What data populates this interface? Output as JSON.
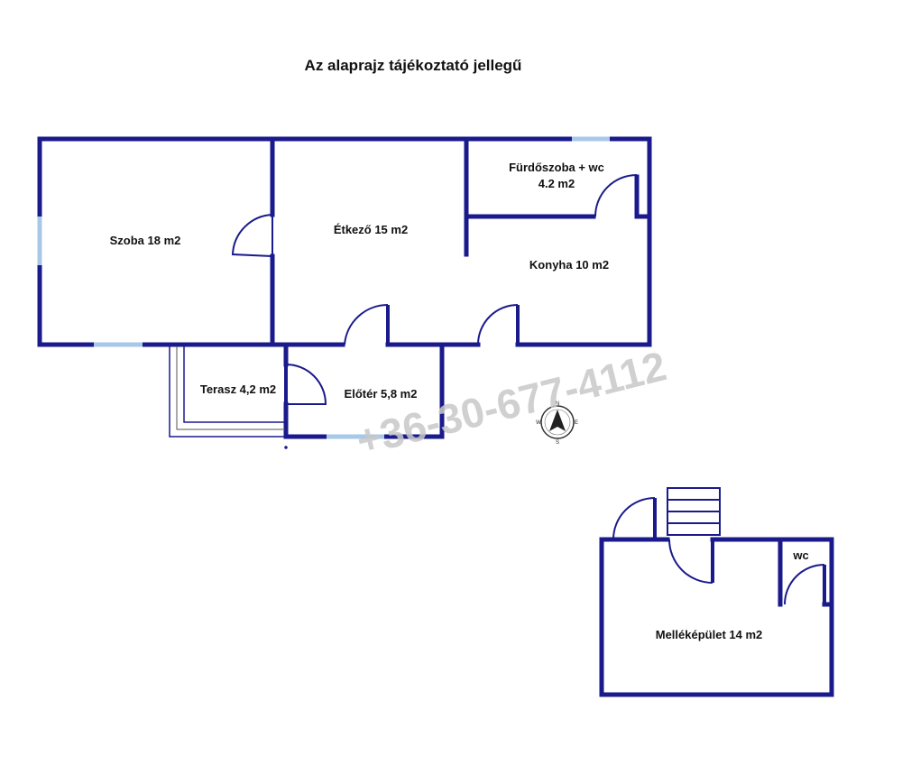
{
  "title": "Az alaprajz tájékoztató jellegű",
  "rooms": {
    "szoba": "Szoba 18 m2",
    "etkezo": "Étkező 15 m2",
    "furdo_line1": "Fürdőszoba + wc",
    "furdo_line2": "4.2 m2",
    "konyha": "Konyha 10 m2",
    "terasz": "Terasz 4,2 m2",
    "eloter": "Előtér 5,8 m2",
    "mellekepulet": "Melléképület 14 m2",
    "wc": "wc"
  },
  "compass": {
    "n": "N",
    "s": "S",
    "e": "E",
    "w": "W"
  },
  "watermark": "+36-30-677-4112",
  "colors": {
    "wall": "#1a1a8c",
    "window": "#a8c8e8",
    "line": "#1a1a8c"
  }
}
